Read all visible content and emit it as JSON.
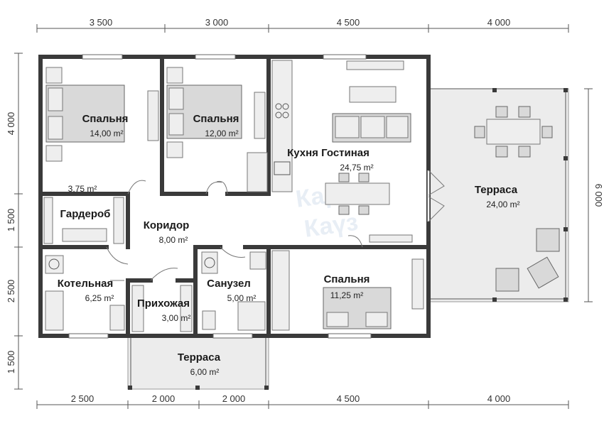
{
  "dimensions": {
    "top": [
      "3 500",
      "3 000",
      "4 500",
      "4 000"
    ],
    "bottom": [
      "2 500",
      "2 000",
      "2 000",
      "4 500",
      "4 000"
    ],
    "left": [
      "4 000",
      "1 500",
      "2 500",
      "1 500"
    ],
    "right": [
      "6 000"
    ]
  },
  "rooms": [
    {
      "id": "bedroom-1",
      "name": "Спальня",
      "area": "14,00 m²"
    },
    {
      "id": "bedroom-2",
      "name": "Спальня",
      "area": "12,00 m²"
    },
    {
      "id": "kitchen-living",
      "name": "Кухня Гостиная",
      "area": "24,75 m²"
    },
    {
      "id": "wardrobe",
      "name": "Гардероб",
      "area": "3,75 m²"
    },
    {
      "id": "corridor",
      "name": "Коридор",
      "area": "8,00 m²"
    },
    {
      "id": "boiler",
      "name": "Котельная",
      "area": "6,25 m²"
    },
    {
      "id": "hallway",
      "name": "Прихожая",
      "area": "3,00 m²"
    },
    {
      "id": "bathroom",
      "name": "Санузел",
      "area": "5,00 m²"
    },
    {
      "id": "bedroom-3",
      "name": "Спальня",
      "area": "11,25 m²"
    },
    {
      "id": "terrace-main",
      "name": "Терраса",
      "area": "24,00 m²"
    },
    {
      "id": "terrace-entry",
      "name": "Терраса",
      "area": "6,00 m²"
    }
  ],
  "watermark": {
    "line1": "Каркас",
    "line2": "Каүз"
  },
  "colors": {
    "wall": "#3a3a3a",
    "terrace": "#ececec",
    "furniture": "#d9d9d9"
  }
}
